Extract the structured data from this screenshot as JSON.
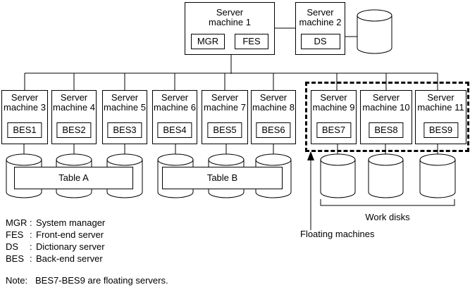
{
  "top_machines": [
    {
      "line1": "Server",
      "line2": "machine 1",
      "servers": [
        "MGR",
        "FES"
      ]
    },
    {
      "line1": "Server",
      "line2": "machine 2",
      "servers": [
        "DS"
      ]
    }
  ],
  "machines": [
    {
      "line1": "Server",
      "line2": "machine 3",
      "server": "BES1"
    },
    {
      "line1": "Server",
      "line2": "machine 4",
      "server": "BES2"
    },
    {
      "line1": "Server",
      "line2": "machine 5",
      "server": "BES3"
    },
    {
      "line1": "Server",
      "line2": "machine 6",
      "server": "BES4"
    },
    {
      "line1": "Server",
      "line2": "machine 7",
      "server": "BES5"
    },
    {
      "line1": "Server",
      "line2": "machine 8",
      "server": "BES6"
    },
    {
      "line1": "Server",
      "line2": "machine 9",
      "server": "BES7"
    },
    {
      "line1": "Server",
      "line2": "machine 10",
      "server": "BES8"
    },
    {
      "line1": "Server",
      "line2": "machine 11",
      "server": "BES9"
    }
  ],
  "tables": [
    {
      "label": "Table A"
    },
    {
      "label": "Table B"
    }
  ],
  "work_disks": {
    "label": "Work disks"
  },
  "floating": {
    "label": "Floating machines"
  },
  "legend": [
    {
      "abbr": "MGR",
      "desc": "System manager"
    },
    {
      "abbr": "FES",
      "desc": "Front-end server"
    },
    {
      "abbr": "DS",
      "desc": "Dictionary server"
    },
    {
      "abbr": "BES",
      "desc": "Back-end server"
    }
  ],
  "punct": {
    "colon": ":"
  },
  "note": {
    "label": "Note:",
    "text": "BES7-BES9 are floating servers."
  },
  "colors": {
    "line": "#000000",
    "background": "#ffffff"
  }
}
